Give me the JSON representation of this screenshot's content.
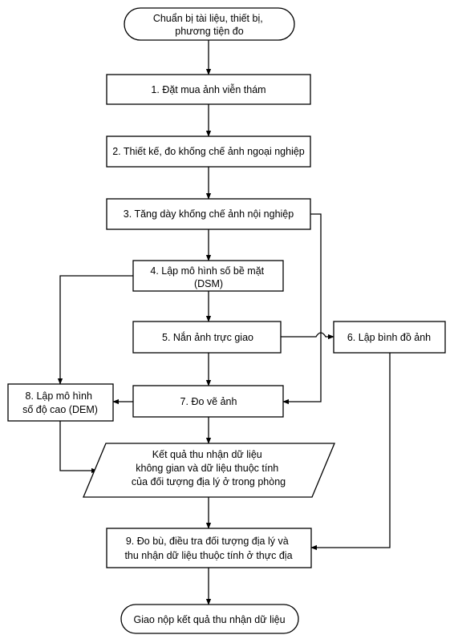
{
  "flowchart": {
    "start": [
      "Chuẩn bị tài liệu, thiết bị,",
      "phương tiện đo"
    ],
    "step1": [
      "1. Đặt mua ảnh viễn thám"
    ],
    "step2": [
      "2. Thiết kế, đo khống chế ảnh ngoại nghiệp"
    ],
    "step3": [
      "3. Tăng dày khống chế ảnh nội nghiệp"
    ],
    "step4": [
      "4.  Lập mô hình số bề mặt",
      "(DSM)"
    ],
    "step5": [
      "5. Nắn ảnh trực giao"
    ],
    "step6": [
      "6. Lập bình đồ ảnh"
    ],
    "step7": [
      "7.  Đo vẽ ảnh"
    ],
    "step8": [
      "8.  Lập mô hình",
      "số độ cao (DEM)"
    ],
    "result": [
      "Kết quả thu nhận dữ liệu",
      "không gian và dữ liệu thuộc tính",
      "của đối tượng địa lý ở trong phòng"
    ],
    "step9": [
      "9. Đo bù, điều tra đối tượng địa lý và",
      "thu nhận dữ liệu thuộc tính ở thực địa"
    ],
    "end": [
      "Giao nộp kết quả  thu nhận dữ liệu"
    ]
  }
}
